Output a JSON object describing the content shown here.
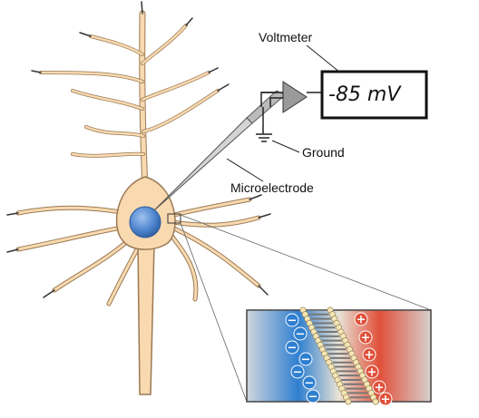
{
  "labels": {
    "voltmeter": "Voltmeter",
    "ground": "Ground",
    "microelectrode": "Microelectrode"
  },
  "voltmeter": {
    "reading": "-85 mV"
  },
  "membrane_inset": {
    "inside_charge": "−",
    "outside_charge": "+",
    "inside_ions": 7,
    "outside_ions": 7,
    "inside_color": "#2f7fd0",
    "outside_color": "#e0503a"
  },
  "colors": {
    "neuron_fill": "#f8d9b0",
    "neuron_stroke": "#9a7a55",
    "nucleus": "#4f86cf",
    "amplifier": "#9a9a9a"
  }
}
